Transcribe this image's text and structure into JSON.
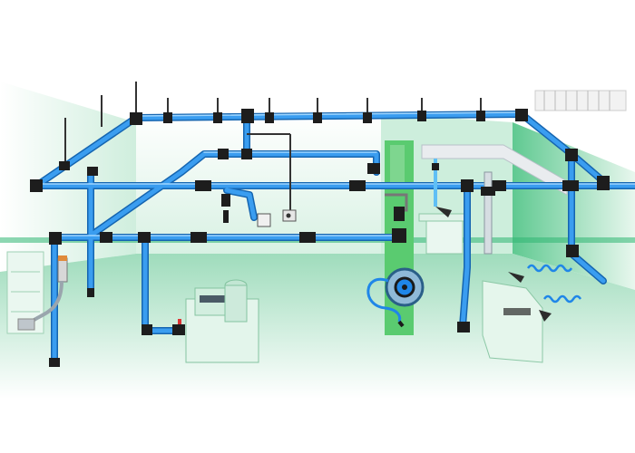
{
  "colors": {
    "background": "#ffffff",
    "wall_light": "#e6f6ee",
    "wall_mid": "#bfe6d0",
    "wall_dark": "#3fbf82",
    "floor": "#a9e0c2",
    "pipe": "#2b8de0",
    "pipe_highlight": "#8fd0ff",
    "pipe_outline": "#1565b0",
    "fitting": "#1d1d1d",
    "machine": "#dff3e8",
    "machine_edge": "#7fbf9b",
    "hose": "#1f86e8",
    "green_pillar": "#52c96a"
  },
  "icons": {
    "valve": "valve-icon",
    "drop": "drop-leg-icon",
    "reel": "hose-reel-icon",
    "gun": "blow-gun-icon",
    "filter": "filter-regulator-icon",
    "bracket": "pipe-bracket-icon"
  },
  "scene": {
    "machines": [
      "cnc-machine",
      "workbench-left",
      "workbench-right"
    ],
    "hoses": [
      "reel-hose",
      "coil-hose-1",
      "coil-hose-2"
    ]
  }
}
